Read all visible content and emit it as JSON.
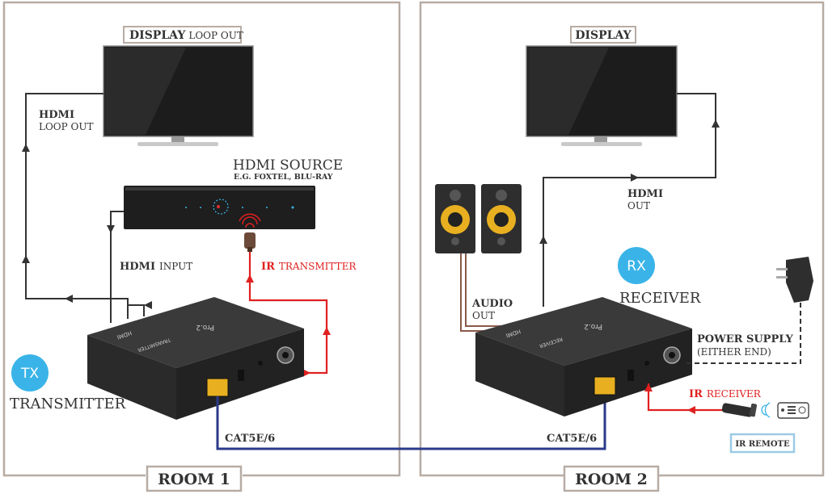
{
  "colors": {
    "room_border": "#b7aca4",
    "hdmi_line": "#333333",
    "ir_line": "#e02020",
    "cat_line": "#2a3a8a",
    "audio_line": "#8a5a4a",
    "power_line": "#333333",
    "badge": "#3ab4e8",
    "ir_remote_box": "#9ccbe6",
    "device_body": "#2c2c2c"
  },
  "room1": {
    "label": "ROOM 1",
    "display_bold": "DISPLAY",
    "display_light": "LOOP OUT",
    "hdmi_loop_bold": "HDMI",
    "hdmi_loop_light": "LOOP OUT",
    "source_title": "HDMI SOURCE",
    "source_subtitle": "E.G. FOXTEL, BLU-RAY",
    "hdmi_input_bold": "HDMI",
    "hdmi_input_light": "INPUT",
    "ir_tx_bold": "IR",
    "ir_tx_light": "TRANSMITTER",
    "badge": "TX",
    "role": "TRANSMITTER",
    "cable": "CAT5E/6"
  },
  "room2": {
    "label": "ROOM 2",
    "display_bold": "DISPLAY",
    "hdmi_out_bold": "HDMI",
    "hdmi_out_light": "OUT",
    "audio_bold": "AUDIO",
    "audio_light": "OUT",
    "badge": "RX",
    "role": "RECEIVER",
    "power_bold": "POWER SUPPLY",
    "power_light": "(EITHER END)",
    "ir_rx_bold": "IR",
    "ir_rx_light": "RECEIVER",
    "ir_remote": "IR REMOTE",
    "cable": "CAT5E/6"
  },
  "device": {
    "brand": "Pro.2",
    "tx_model": "TRANSMITTER",
    "rx_model": "RECEIVER",
    "hdmi_logo": "HDMI"
  }
}
